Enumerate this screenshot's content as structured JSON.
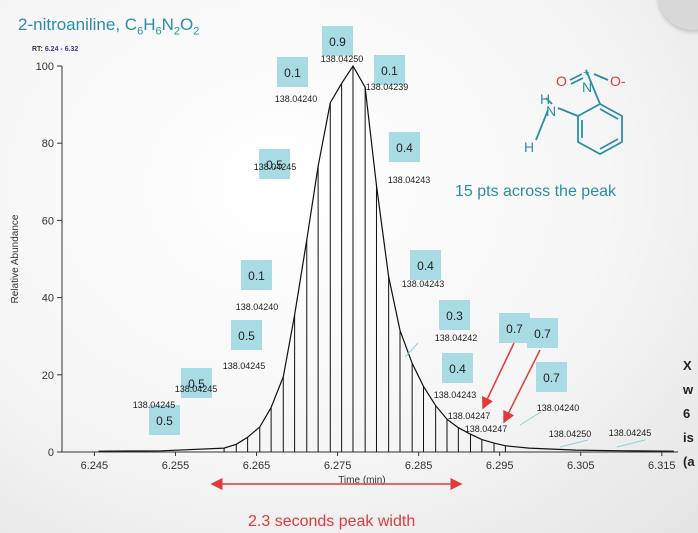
{
  "title": {
    "prefix": "2-nitroaniline, C",
    "s1": "6",
    "h": "H",
    "s2": "6",
    "n": "N",
    "s3": "2",
    "o": "O",
    "s4": "2"
  },
  "rt_label": "RT:",
  "rt_value": "6.24 - 6.32",
  "points_note": "15 pts across the peak",
  "peak_width_note": "2.3 seconds peak width",
  "side_text": [
    "X",
    "w",
    "6",
    "is",
    "(a"
  ],
  "molecule": {
    "atoms": [
      "O",
      "N",
      "+",
      "O-",
      "H",
      "N",
      "H"
    ]
  },
  "colors": {
    "accent": "#2a8ea6",
    "label_box": "#a9dbe5",
    "arrow": "#e03a3a"
  },
  "chart_data": {
    "type": "line",
    "xlabel": "Time (min)",
    "ylabel": "Relative Abundance",
    "xlim": [
      6.241,
      6.317
    ],
    "ylim": [
      0,
      100
    ],
    "xticks": [
      "6.245",
      "6.255",
      "6.265",
      "6.275",
      "6.285",
      "6.295",
      "6.305",
      "6.315"
    ],
    "yticks": [
      "0",
      "20",
      "40",
      "60",
      "80",
      "100"
    ],
    "series": [
      {
        "x": [
          6.2455,
          6.2533,
          6.261,
          6.2625,
          6.2639,
          6.2654,
          6.2668,
          6.2683,
          6.2697,
          6.2712,
          6.2726,
          6.2741,
          6.2755,
          6.2769,
          6.2784,
          6.2798,
          6.2813,
          6.2827,
          6.2842,
          6.2856,
          6.2871,
          6.2885,
          6.2899,
          6.2914,
          6.2928,
          6.2943,
          6.2957,
          6.2986,
          6.3044,
          6.3102,
          6.3165
        ],
        "y": [
          0.2,
          0.3,
          1.0,
          2.0,
          3.8,
          6.5,
          11.5,
          19.5,
          35.5,
          55.0,
          74.0,
          90.5,
          95.5,
          100.0,
          94.5,
          69.0,
          45.5,
          31.5,
          23.0,
          17.0,
          12.0,
          8.5,
          6.3,
          4.6,
          3.2,
          2.3,
          1.6,
          1.0,
          0.5,
          0.3,
          0.2
        ]
      }
    ],
    "scan_x": [
      6.261,
      6.2625,
      6.2639,
      6.2654,
      6.2668,
      6.2683,
      6.2697,
      6.2712,
      6.2726,
      6.2741,
      6.2755,
      6.2769,
      6.2784,
      6.2798,
      6.2813,
      6.2827,
      6.2842,
      6.2856,
      6.2871,
      6.2885,
      6.2899,
      6.2914,
      6.2928,
      6.2943,
      6.2957
    ],
    "annotations": [
      {
        "ppm": "0.9",
        "mz": "138.04250"
      },
      {
        "ppm": "0.1",
        "mz": "138.04240"
      },
      {
        "ppm": "0.1",
        "mz": "138.04239"
      },
      {
        "ppm": "0.5",
        "mz": "138.04245"
      },
      {
        "ppm": "0.4",
        "mz": "138.04243"
      },
      {
        "ppm": "0.1",
        "mz": "138.04240"
      },
      {
        "ppm": "0.5",
        "mz": "138.04245"
      },
      {
        "ppm": "0.5",
        "mz": "138.04245"
      },
      {
        "ppm": "0.5",
        "mz": "138.04245"
      },
      {
        "ppm": "0.4",
        "mz": "138.04243"
      },
      {
        "ppm": "0.3",
        "mz": "138.04242"
      },
      {
        "ppm": "0.4",
        "mz": "138.04243"
      },
      {
        "ppm": "0.7",
        "mz": "138.04247"
      },
      {
        "ppm": "0.7",
        "mz": "138.04247"
      },
      {
        "ppm": "0.7",
        "mz": "138.04240"
      },
      {
        "ppm": "",
        "mz": "138.04250"
      },
      {
        "ppm": "",
        "mz": "138.04245"
      }
    ]
  }
}
